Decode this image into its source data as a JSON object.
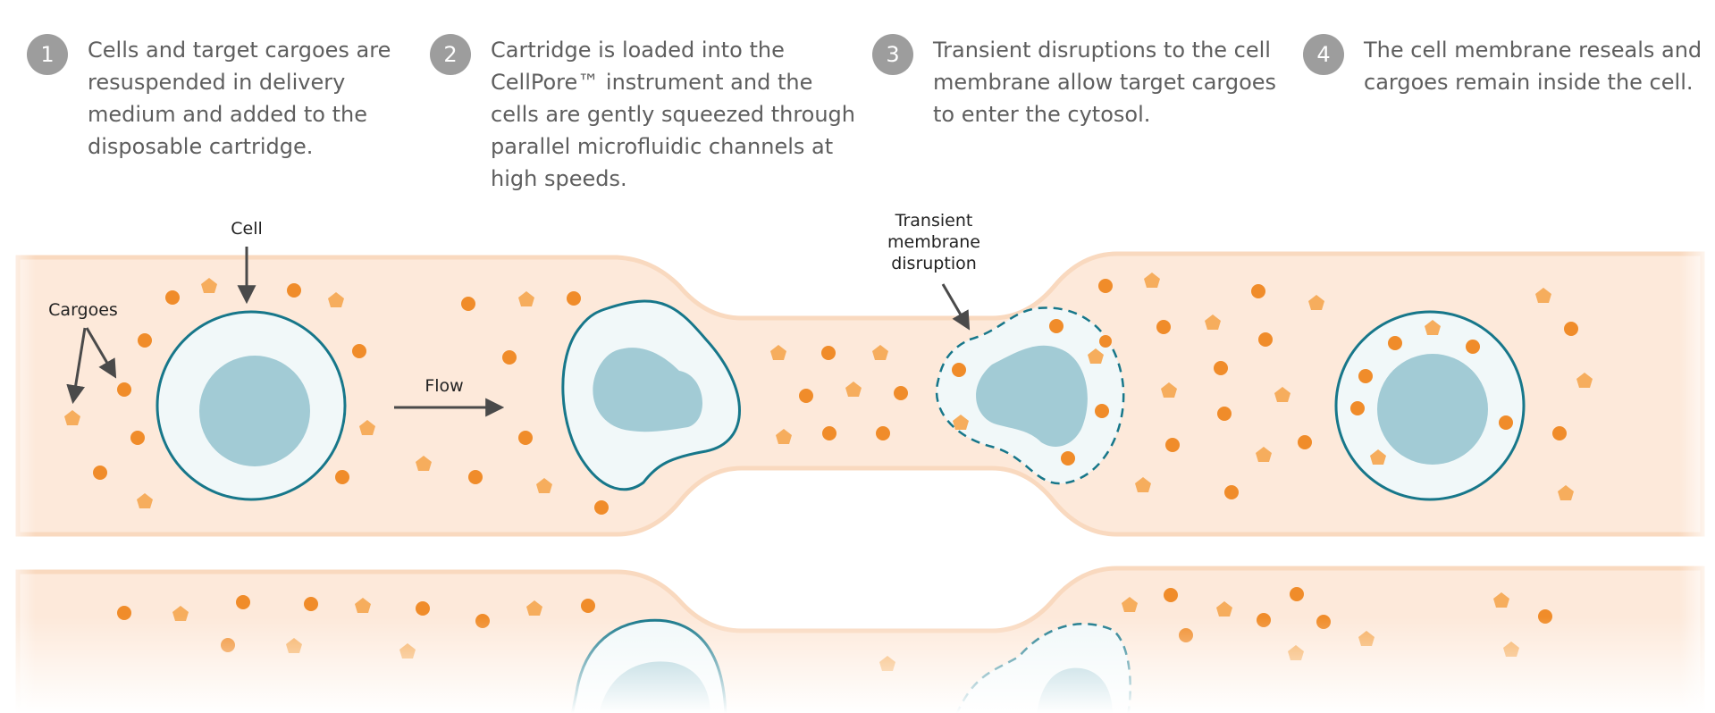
{
  "steps": [
    {
      "number": "1",
      "text": "Cells and target cargoes are resuspended in delivery medium and added to the disposable cartridge."
    },
    {
      "number": "2",
      "text": "Cartridge is loaded into the CellPore™ instrument and the cells are gently squeezed through parallel microfluidic channels at high speeds."
    },
    {
      "number": "3",
      "text": "Transient disruptions to the cell membrane allow target cargoes to enter the cytosol."
    },
    {
      "number": "4",
      "text": "The cell membrane reseals and cargoes remain inside the cell."
    }
  ],
  "labels": {
    "cell": "Cell",
    "cargoes": "Cargoes",
    "flow": "Flow",
    "disruption_line1": "Transient",
    "disruption_line2": "membrane",
    "disruption_line3": "disruption"
  },
  "colors": {
    "channel_fill": "#fde9da",
    "channel_edge": "#f9d9bf",
    "cargo_orange": "#f08c2a",
    "cargo_pentagon": "#f6ad5d",
    "cell_membrane": "#17778a",
    "cell_cytoplasm": "#f1f8f9",
    "cell_nucleus": "#a2cbd5",
    "arrow": "#4a4a4a",
    "step_circle": "#9d9d9d"
  }
}
